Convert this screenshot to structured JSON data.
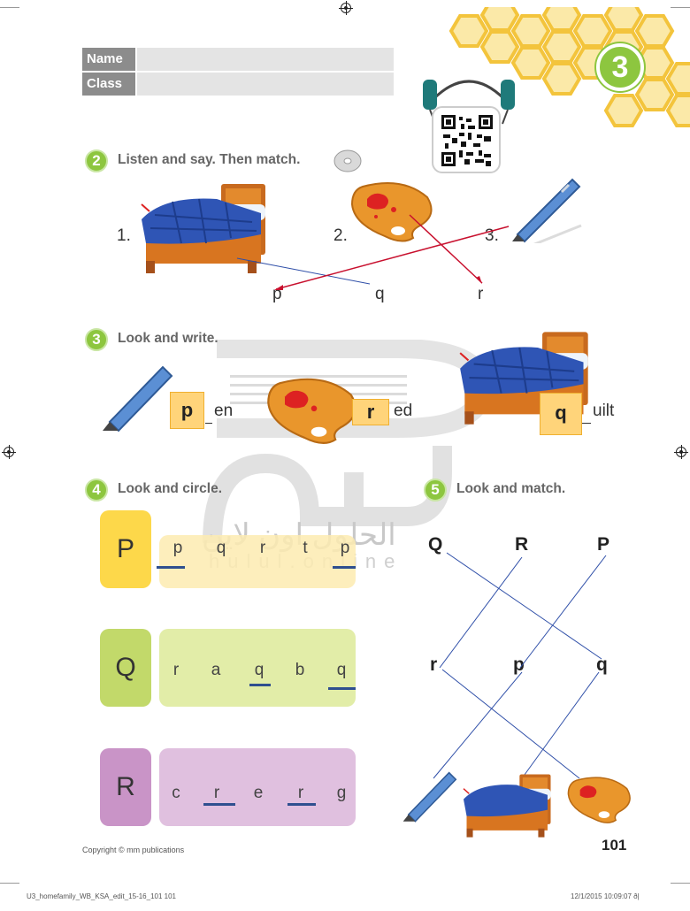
{
  "header": {
    "name_label": "Name",
    "class_label": "Class",
    "unit_number": "3"
  },
  "colors": {
    "section_green": "#8dc63f",
    "honeycomb": "#f6c944",
    "unit_badge": "#8dc63f",
    "answer_box": "#ffd47a",
    "p_box": "#fdd84a",
    "q_box": "#c2d96a",
    "r_box": "#c994c7",
    "match_line": "#2f4fa8",
    "match_red_line": "#c8102e"
  },
  "section2": {
    "number": "2",
    "title": "Listen and say. Then match.",
    "items": [
      {
        "label": "1.",
        "picture": "quilt-bed-icon"
      },
      {
        "label": "2.",
        "picture": "paint-palette-icon"
      },
      {
        "label": "3.",
        "picture": "pen-icon"
      }
    ],
    "letters": [
      "p",
      "q",
      "r"
    ]
  },
  "section3": {
    "number": "3",
    "title": "Look and write.",
    "items": [
      {
        "answer": "p",
        "rest": "en",
        "picture": "pen-icon"
      },
      {
        "answer": "r",
        "rest": "ed",
        "picture": "paint-palette-icon"
      },
      {
        "answer": "q",
        "rest": "uilt",
        "picture": "quilt-bed-icon"
      }
    ]
  },
  "section4": {
    "number": "4",
    "title": "Look and circle.",
    "rows": [
      {
        "letter": "P",
        "options": [
          "p",
          "q",
          "r",
          "t",
          "p"
        ],
        "marked": [
          0,
          4
        ]
      },
      {
        "letter": "Q",
        "options": [
          "r",
          "a",
          "q",
          "b",
          "q"
        ],
        "marked": [
          2,
          4
        ]
      },
      {
        "letter": "R",
        "options": [
          "c",
          "r",
          "e",
          "r",
          "g"
        ],
        "marked": [
          1,
          3
        ]
      }
    ]
  },
  "section5": {
    "number": "5",
    "title": "Look and match.",
    "uppercase": [
      "Q",
      "R",
      "P"
    ],
    "lowercase": [
      "r",
      "p",
      "q"
    ]
  },
  "watermark": {
    "arabic": "الحلول اون لاين",
    "latin": "hulul.online"
  },
  "footer": {
    "copyright": "Copyright © mm publications",
    "page_number": "101",
    "file_info": "U3_homefamily_WB_KSA_edit_15-16_101   101",
    "timestamp": "12/1/2015   10:09:07 ð|"
  }
}
